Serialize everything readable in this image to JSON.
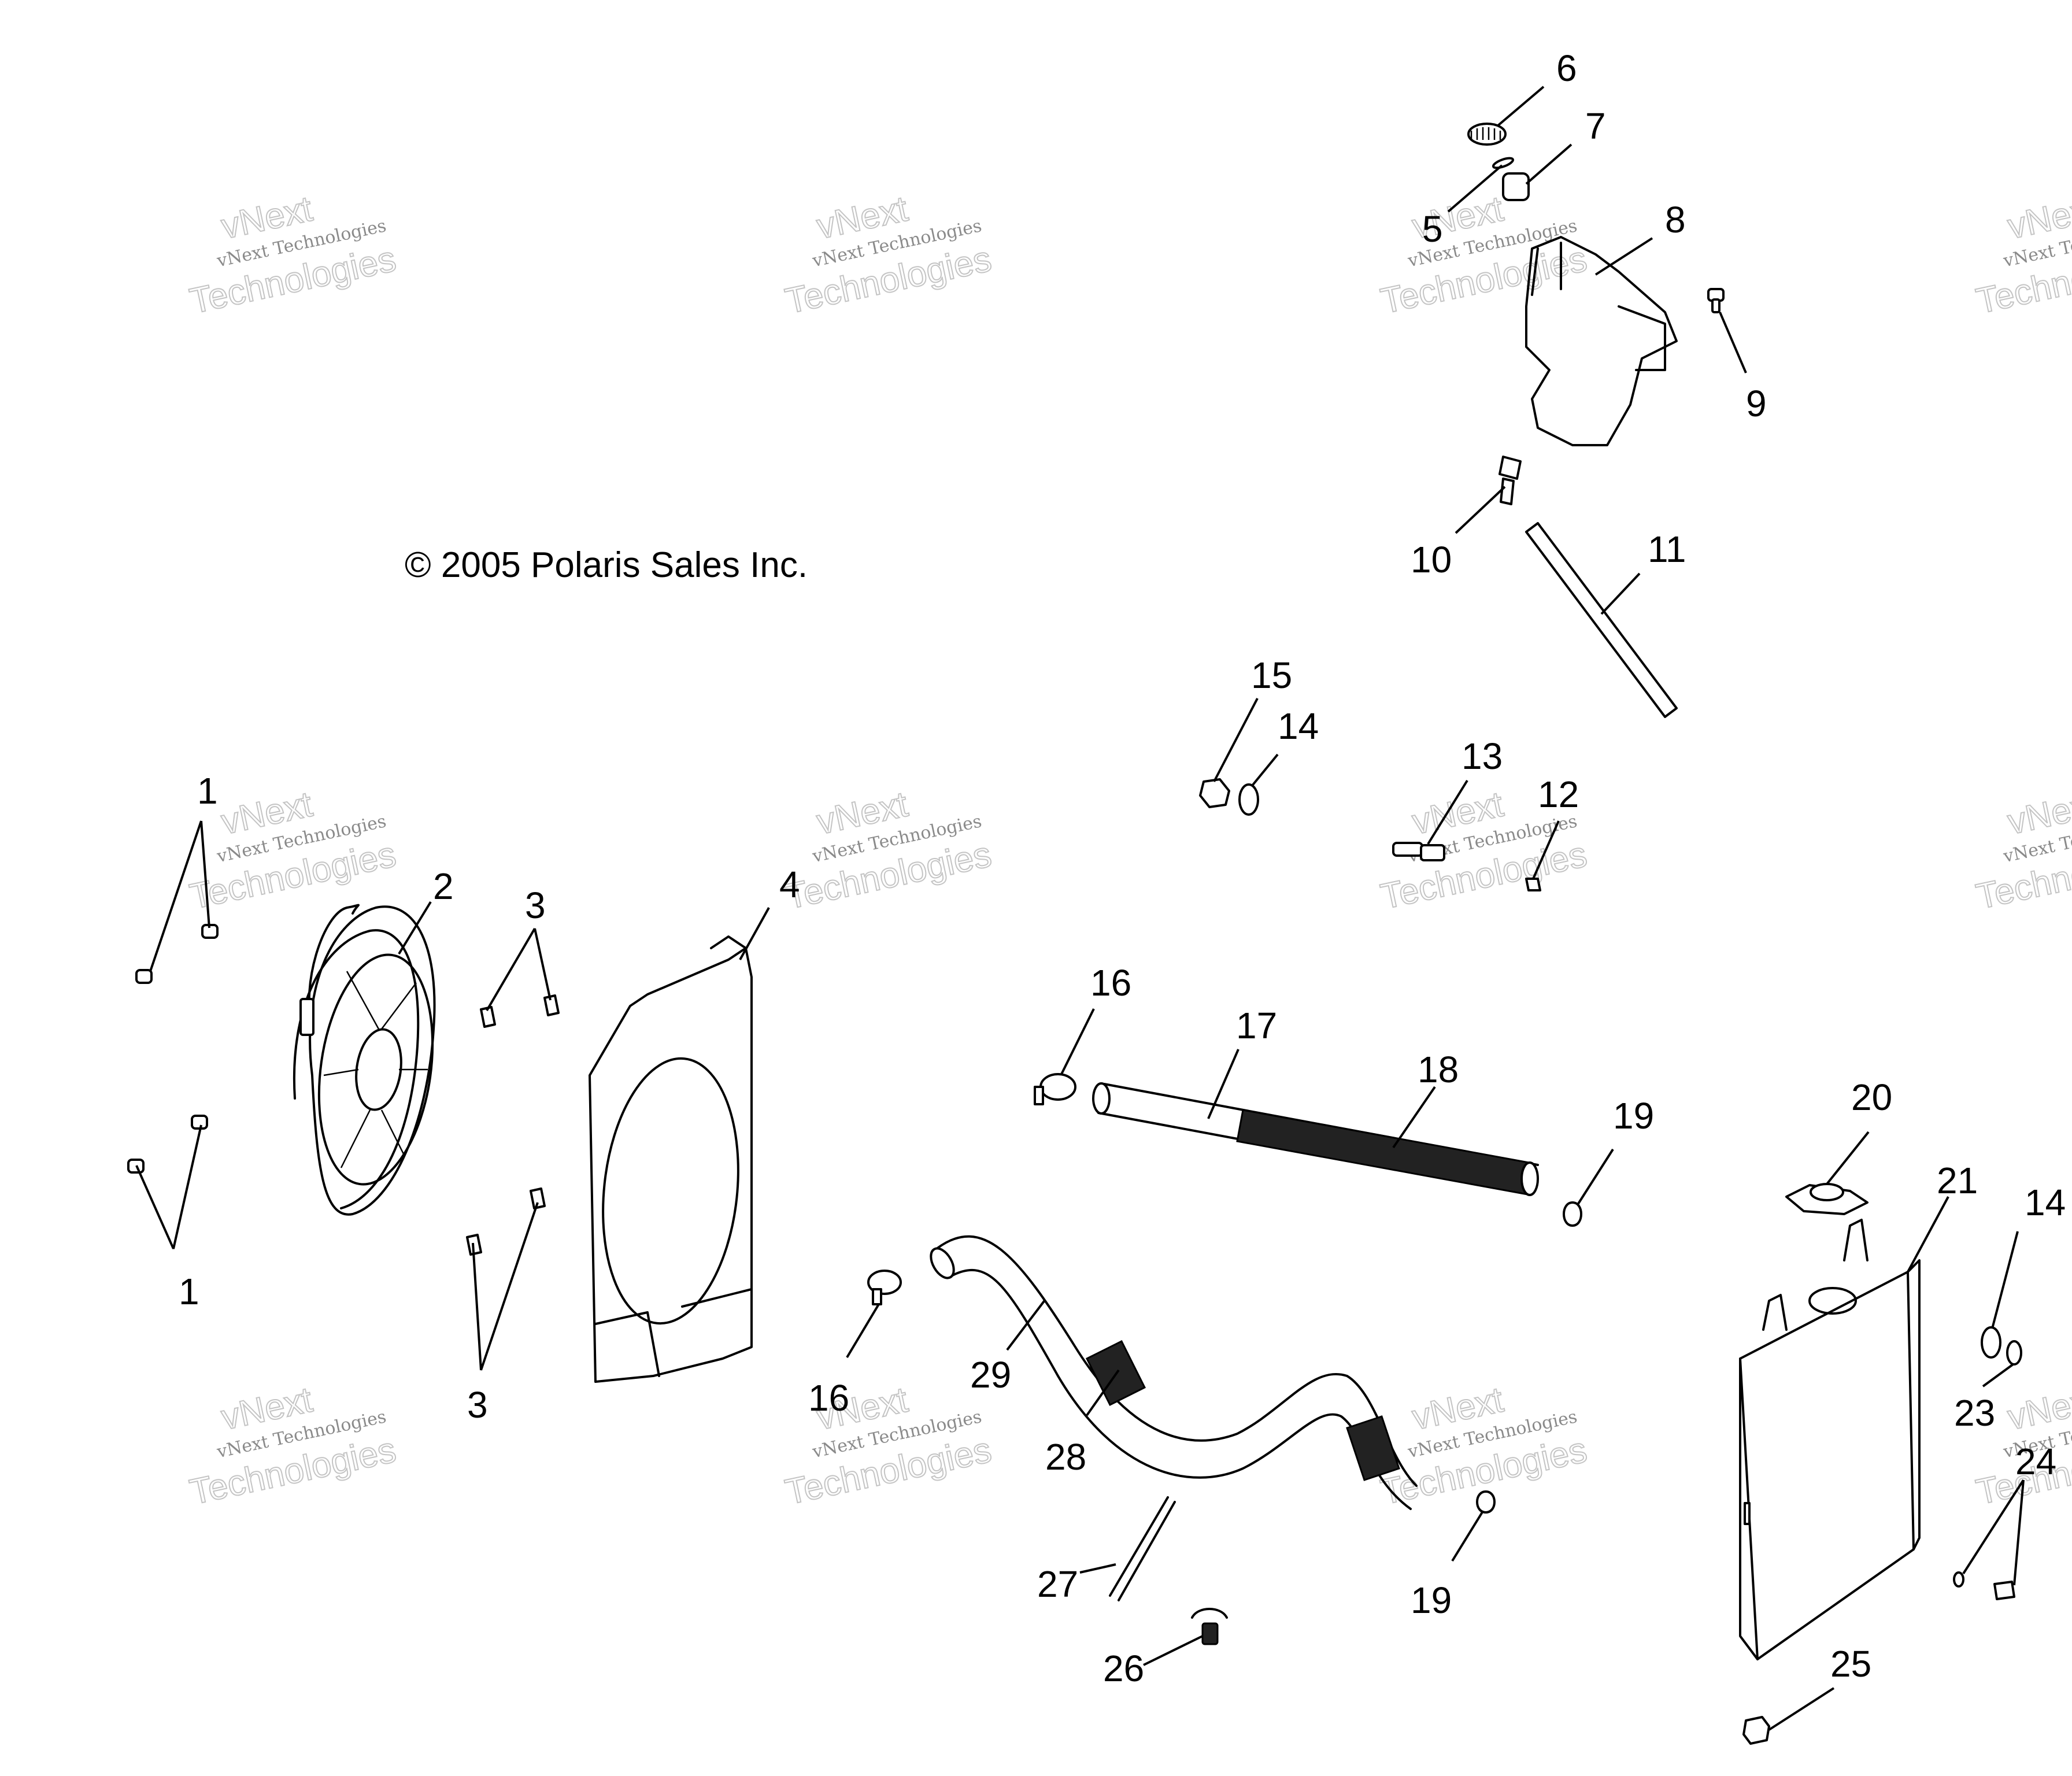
{
  "copyright": "© 2005 Polaris Sales Inc.",
  "watermark": {
    "small": "vNext Technologies",
    "large_top": "vNext",
    "large_bottom": "Technologies"
  },
  "callouts": {
    "c1a": "1",
    "c1b": "1",
    "c2": "2",
    "c3a": "3",
    "c3b": "3",
    "c4": "4",
    "c5": "5",
    "c6": "6",
    "c7": "7",
    "c8": "8",
    "c9": "9",
    "c10": "10",
    "c11": "11",
    "c12": "12",
    "c13": "13",
    "c14a": "14",
    "c14b": "14",
    "c15": "15",
    "c16a": "16",
    "c16b": "16",
    "c17": "17",
    "c18": "18",
    "c19a": "19",
    "c19b": "19",
    "c20": "20",
    "c21": "21",
    "c23": "23",
    "c24": "24",
    "c25": "25",
    "c26": "26",
    "c27": "27",
    "c28": "28",
    "c29": "29"
  }
}
